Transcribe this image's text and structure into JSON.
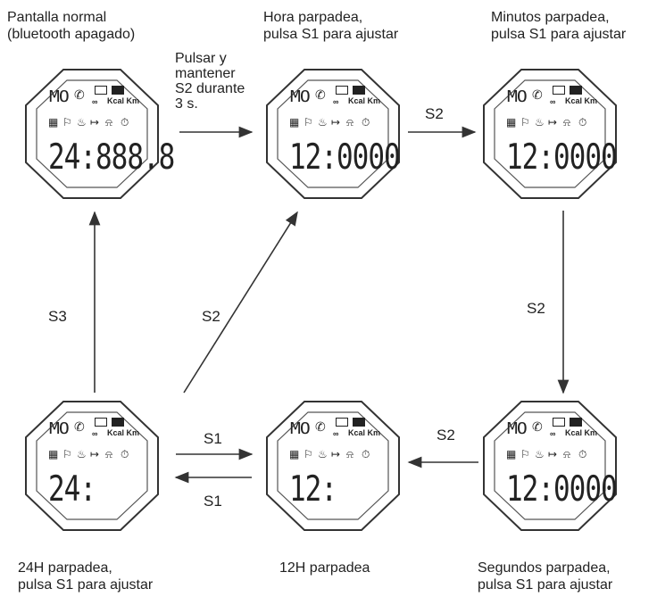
{
  "nodes": [
    {
      "id": "normal",
      "caption": "Pantalla normal\n(bluetooth apagado)",
      "digits": "24:888.8"
    },
    {
      "id": "hour",
      "caption": "Hora parpadea,\npulsa S1 para ajustar",
      "digits": "12:0000"
    },
    {
      "id": "minutes",
      "caption": "Minutos parpadea,\npulsa S1 para ajustar",
      "digits": "12:0000"
    },
    {
      "id": "seconds",
      "caption": "Segundos parpadea,\npulsa S1 para ajustar",
      "digits": "12:0000"
    },
    {
      "id": "12h",
      "caption": "12H parpadea",
      "digits": "12:"
    },
    {
      "id": "24h",
      "caption": "24H parpadea,\npulsa S1 para ajustar",
      "digits": "24:"
    }
  ],
  "watch_face": {
    "mo": "MO",
    "phone_icon": "phone-icon",
    "mail_icon": "mail-icon",
    "battery_icon": "battery-icon",
    "chain_icon": "link-icon",
    "units": "Kcal Km",
    "row2_icons": [
      "calendar-icon",
      "runner-icon",
      "flame-icon",
      "distance-icon",
      "bell-icon",
      "stopwatch-icon"
    ]
  },
  "edges": [
    {
      "from": "normal",
      "to": "hour",
      "label": "Pulsar y\nmantener\nS2 durante\n3 s."
    },
    {
      "from": "hour",
      "to": "minutes",
      "label": "S2"
    },
    {
      "from": "minutes",
      "to": "seconds",
      "label": "S2"
    },
    {
      "from": "seconds",
      "to": "12h",
      "label": "S2"
    },
    {
      "from": "24h",
      "to": "12h",
      "label": "S1"
    },
    {
      "from": "12h",
      "to": "24h",
      "label": "S1"
    },
    {
      "from": "24h",
      "to": "hour",
      "label": "S2"
    },
    {
      "from": "24h",
      "to": "normal",
      "label": "S3"
    }
  ]
}
